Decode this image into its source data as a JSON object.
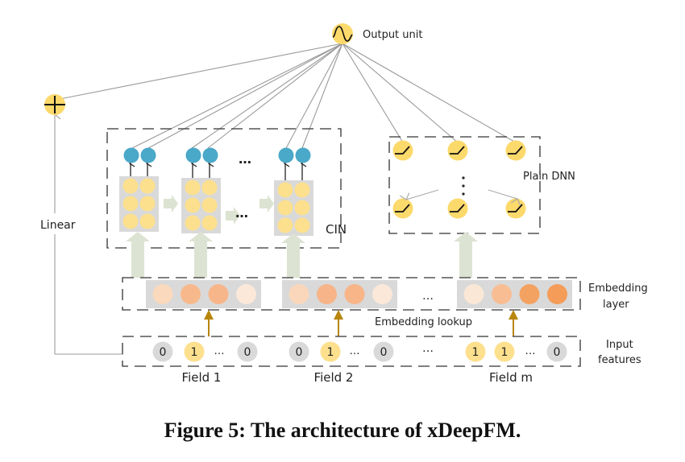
{
  "labels": {
    "output_unit": "Output unit",
    "linear": "Linear",
    "cin": "CIN",
    "plain_dnn": "Plain DNN",
    "embedding_layer_1": "Embedding",
    "embedding_layer_2": "layer",
    "embedding_lookup": "Embedding lookup",
    "input_features_1": "Input",
    "input_features_2": "features",
    "ellipsis": "…",
    "vertical_dots": "⋮"
  },
  "fields": [
    {
      "name": "Field 1",
      "inputs": [
        "0",
        "1",
        "…",
        "0"
      ],
      "active": [
        false,
        true,
        null,
        false
      ]
    },
    {
      "name": "Field 2",
      "inputs": [
        "0",
        "1",
        "…",
        "0"
      ],
      "active": [
        false,
        true,
        null,
        false
      ]
    },
    {
      "name": "Field m",
      "inputs": [
        "1",
        "1",
        "…",
        "0"
      ],
      "active": [
        true,
        true,
        null,
        false
      ]
    }
  ],
  "embedding_colors": [
    [
      "#fad9bd",
      "#f7b98c",
      "#f7b68a",
      "#fbe8d8"
    ],
    [
      "#fad7ba",
      "#f7b488",
      "#f8b588",
      "#fbe8d8"
    ],
    [
      "#fbe7d6",
      "#f8bd93",
      "#f4a261",
      "#f49c58"
    ]
  ],
  "colors": {
    "neuron_yellow": "#fcd96b",
    "cin_cell": "#fde08e",
    "cin_output": "#4aa8c8",
    "box_gray": "#d9d9d9",
    "arrow_green": "#dce3d2",
    "lookup_arrow": "#b8860b",
    "input_zero": "#d9d9d9",
    "input_one": "#fde08e"
  },
  "caption": "Figure 5: The architecture of xDeepFM."
}
